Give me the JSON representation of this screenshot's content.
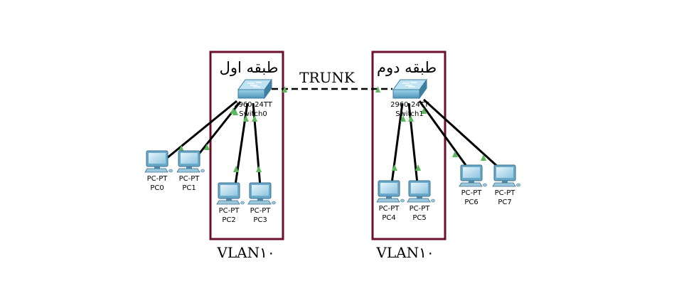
{
  "floors": [
    {
      "title": "طبقه اول",
      "vlan": "VLAN۱۰"
    },
    {
      "title": "طبقه دوم",
      "vlan": "VLAN۱۰"
    }
  ],
  "trunk_label": "TRUNK",
  "switches": [
    {
      "model": "2960-24TT",
      "name": "Switch0"
    },
    {
      "model": "2960-24TT",
      "name": "Switch1"
    }
  ],
  "pcs": [
    {
      "type": "PC-PT",
      "name": "PC0"
    },
    {
      "type": "PC-PT",
      "name": "PC1"
    },
    {
      "type": "PC-PT",
      "name": "PC2"
    },
    {
      "type": "PC-PT",
      "name": "PC3"
    },
    {
      "type": "PC-PT",
      "name": "PC4"
    },
    {
      "type": "PC-PT",
      "name": "PC5"
    },
    {
      "type": "PC-PT",
      "name": "PC6"
    },
    {
      "type": "PC-PT",
      "name": "PC7"
    }
  ],
  "colors": {
    "box_border": "#6b0f2f",
    "link": "#000000",
    "link_light": "#5cb85c",
    "device": "#5a9fc0"
  }
}
